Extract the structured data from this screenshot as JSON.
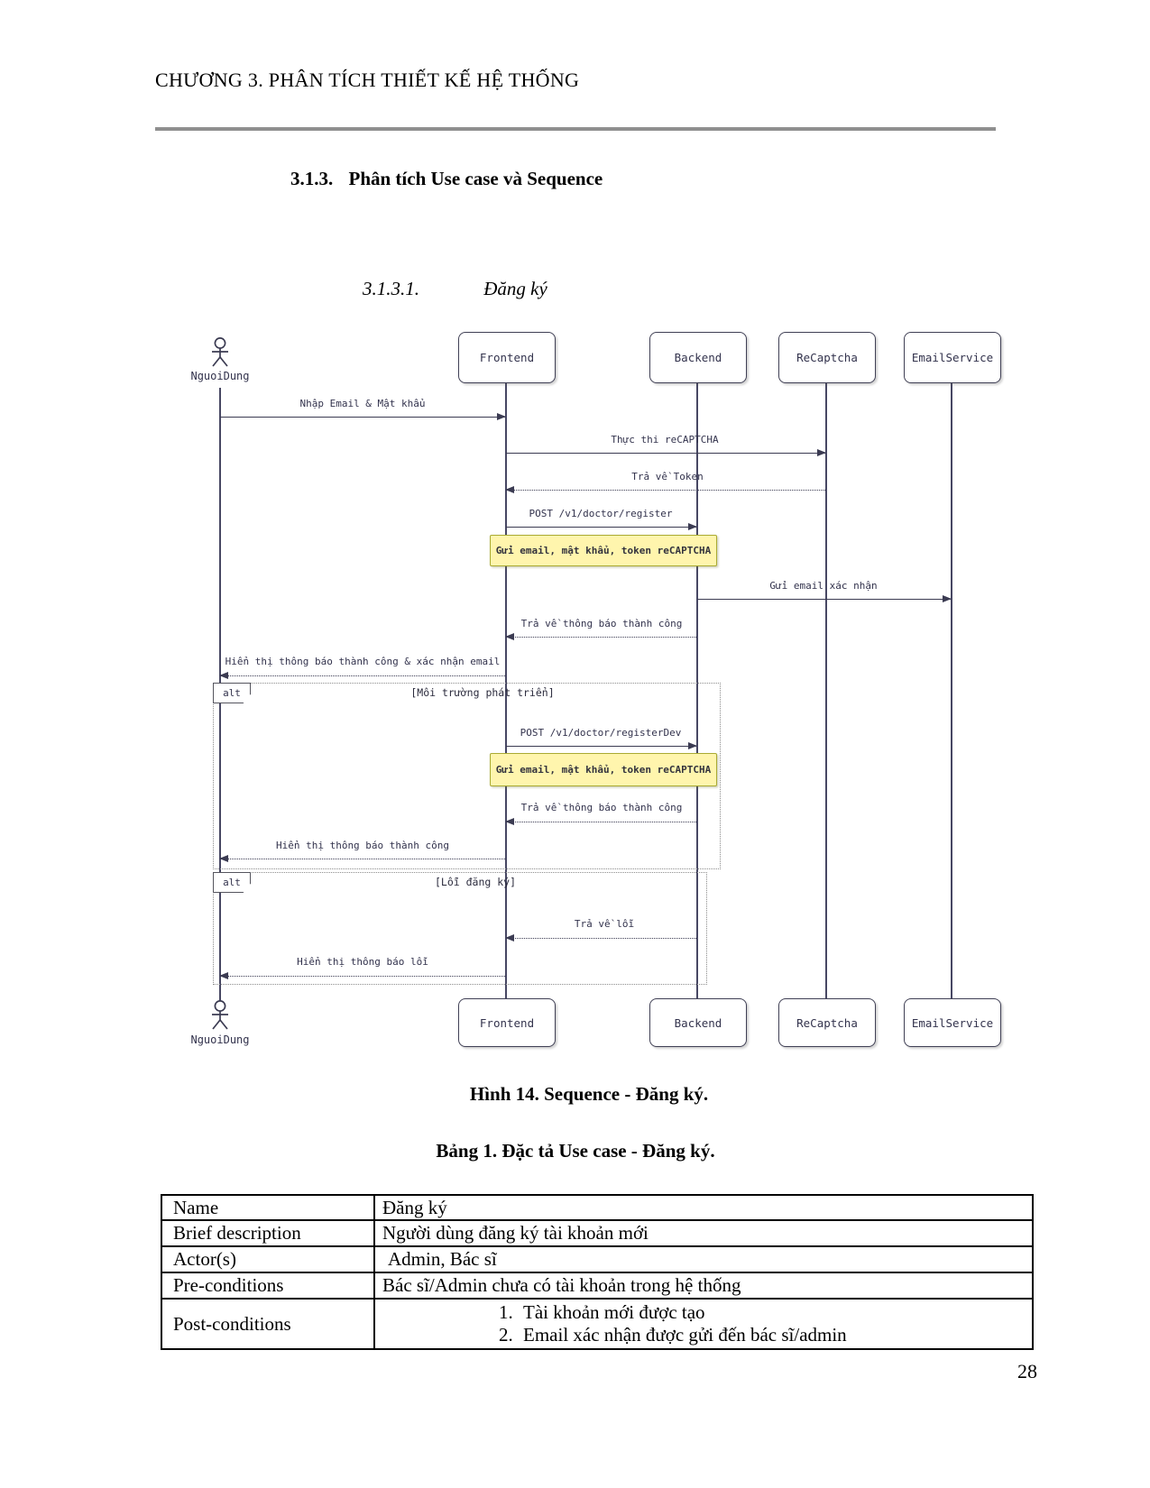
{
  "page": {
    "header": "CHƯƠNG 3. PHÂN TÍCH THIẾT KẾ HỆ THỐNG",
    "section_number": "3.1.3.",
    "section_title": "Phân tích Use case và Sequence",
    "subsection_number": "3.1.3.1.",
    "subsection_title": "Đăng ký",
    "figure_caption": "Hình 14. Sequence - Đăng ký.",
    "table_caption": "Bảng 1. Đặc tả Use case - Đăng ký.",
    "page_number": "28"
  },
  "diagram": {
    "actor_label": "NguoiDung",
    "participants": [
      "Frontend",
      "Backend",
      "ReCaptcha",
      "EmailService"
    ],
    "messages": [
      {
        "label": "Nhập Email & Mật khẩu",
        "from": "NguoiDung",
        "to": "Frontend",
        "style": "solid"
      },
      {
        "label": "Thực thi reCAPTCHA",
        "from": "Frontend",
        "to": "ReCaptcha",
        "style": "solid"
      },
      {
        "label": "Trả về Token",
        "from": "ReCaptcha",
        "to": "Frontend",
        "style": "dashed"
      },
      {
        "label": "POST /v1/doctor/register",
        "from": "Frontend",
        "to": "Backend",
        "style": "solid"
      },
      {
        "label": "Gửi email xác nhận",
        "from": "Backend",
        "to": "EmailService",
        "style": "solid"
      },
      {
        "label": "Trả về thông báo thành công",
        "from": "Backend",
        "to": "Frontend",
        "style": "dashed"
      },
      {
        "label": "Hiển thị thông báo thành công & xác nhận email",
        "from": "Frontend",
        "to": "NguoiDung",
        "style": "dashed"
      },
      {
        "label": "POST /v1/doctor/registerDev",
        "from": "Frontend",
        "to": "Backend",
        "style": "solid"
      },
      {
        "label": "Trả về thông báo thành công",
        "from": "Backend",
        "to": "Frontend",
        "style": "dashed"
      },
      {
        "label": "Hiển thị thông báo thành công",
        "from": "Frontend",
        "to": "NguoiDung",
        "style": "dashed"
      },
      {
        "label": "Trả về lỗi",
        "from": "Backend",
        "to": "Frontend",
        "style": "dashed"
      },
      {
        "label": "Hiển thị thông báo lỗi",
        "from": "Frontend",
        "to": "NguoiDung",
        "style": "dashed"
      }
    ],
    "notes": [
      "Gửi email, mật khẩu, token reCAPTCHA",
      "Gửi email, mật khẩu, token reCAPTCHA"
    ],
    "alt_blocks": [
      {
        "label": "alt",
        "guard": "[Môi trường phát triển]"
      },
      {
        "label": "alt",
        "guard": "[Lỗi đăng ký]"
      }
    ],
    "colors": {
      "line": "#3b3b52",
      "note_fill": "#fff5ad",
      "note_border": "#aaaa33",
      "frame_border": "#8c8c8c",
      "header_rule": "#8f8f8f"
    }
  },
  "table": {
    "rows": [
      {
        "name": "Name",
        "value": "Đăng ký"
      },
      {
        "name": "Brief description",
        "value": "Người dùng đăng ký tài khoản mới"
      },
      {
        "name": "Actor(s)",
        "value": "Admin, Bác sĩ"
      },
      {
        "name": "Pre-conditions",
        "value": "Bác sĩ/Admin chưa có tài khoản trong hệ thống"
      },
      {
        "name": "Post-conditions",
        "items": [
          "Tài khoản mới được tạo",
          "Email xác nhận được gửi đến bác sĩ/admin"
        ]
      }
    ]
  }
}
